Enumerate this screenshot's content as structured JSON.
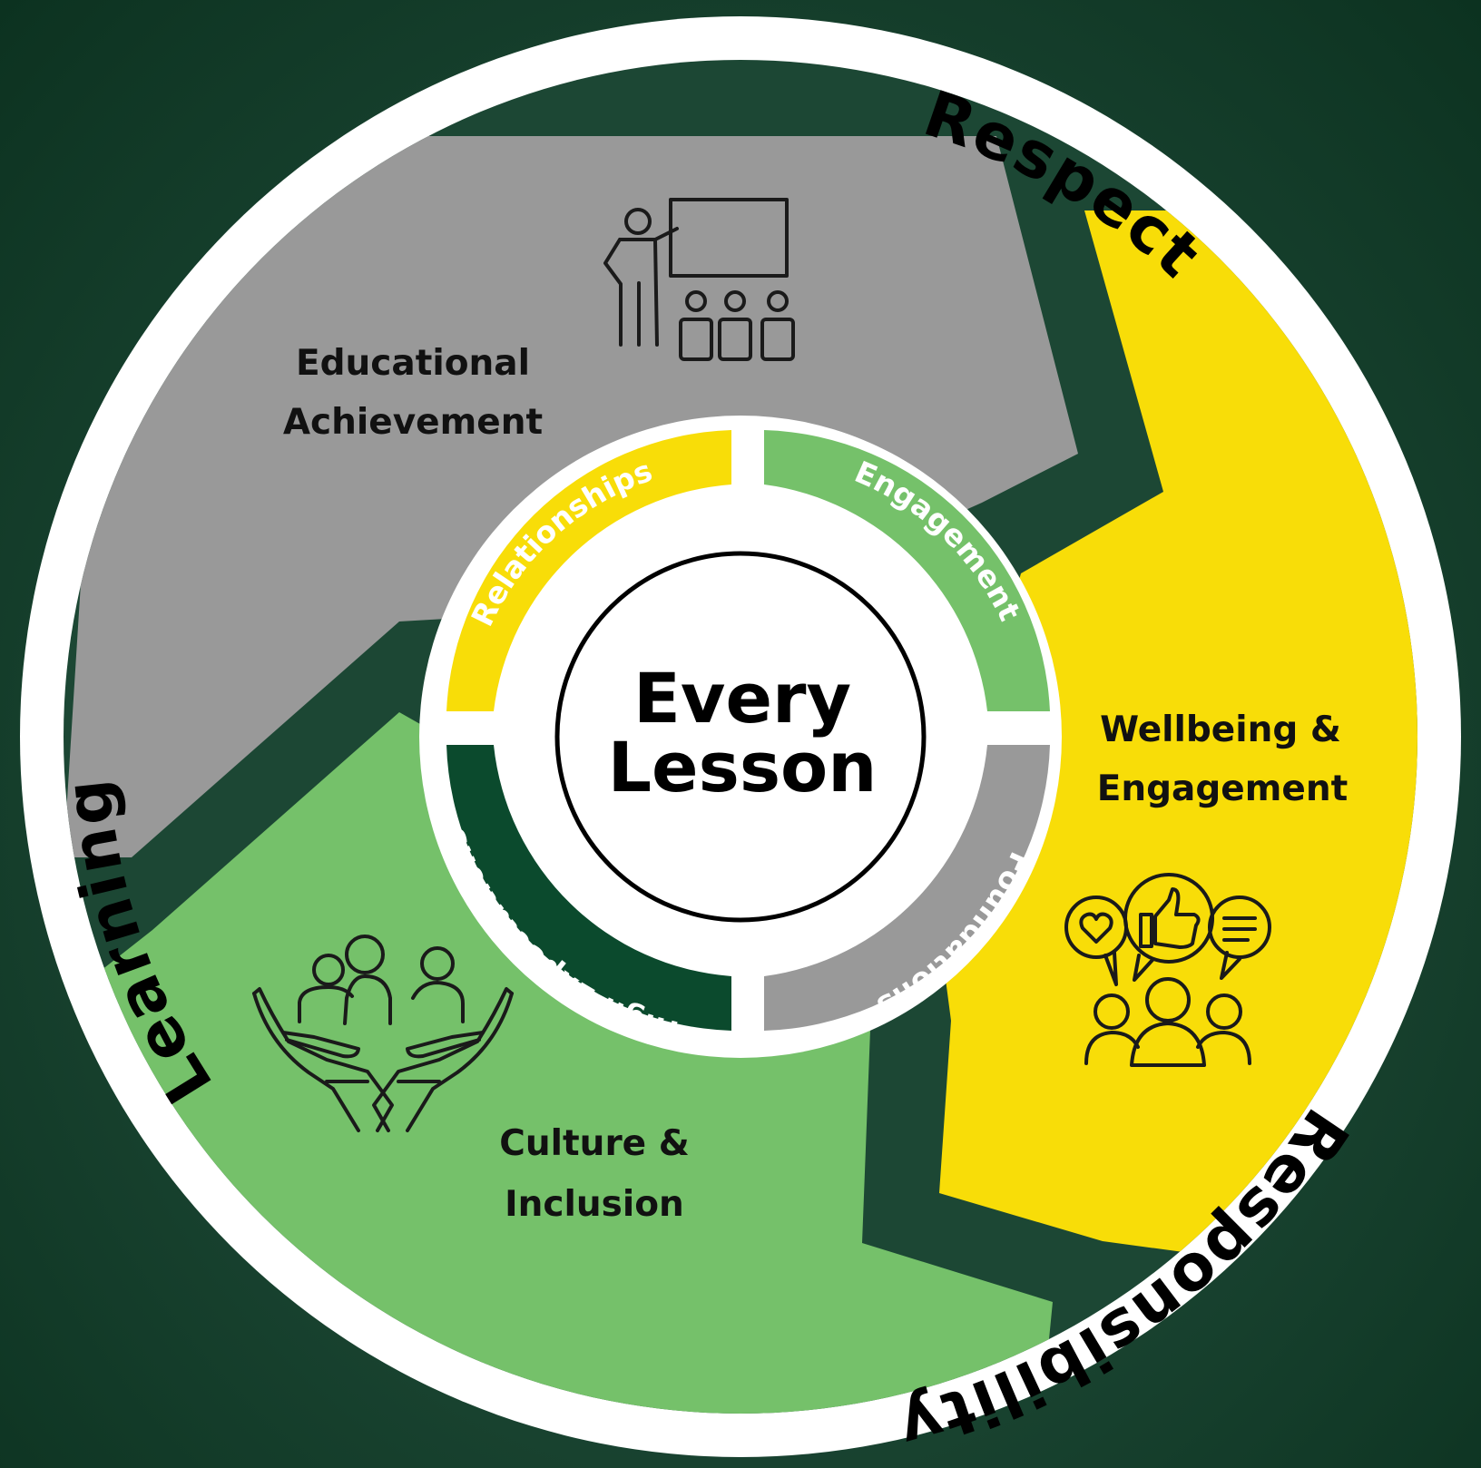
{
  "outer_ring": {
    "respect": "Respect",
    "responsibility": "Responsibility",
    "learning": "Learning"
  },
  "sectors": {
    "educational_achievement": {
      "line1": "Educational",
      "line2": "Achievement",
      "color": "#999999",
      "icon": "teacher-presenting-icon"
    },
    "wellbeing_engagement": {
      "line1": "Wellbeing &",
      "line2": "Engagement",
      "color": "#f8dd08",
      "icon": "community-feedback-icon"
    },
    "culture_inclusion": {
      "line1": "Culture &",
      "line2": "Inclusion",
      "color": "#75c16a",
      "icon": "caring-hands-group-icon"
    }
  },
  "inner_ring": {
    "relationships": {
      "label": "Relationships",
      "color": "#f8dd08"
    },
    "engagement": {
      "label": "Engagement",
      "color": "#75c16a"
    },
    "foundations": {
      "label": "Foundations",
      "color": "#999999"
    },
    "high_expectations": {
      "label": "High Expectations",
      "color": "#0b4a2d"
    }
  },
  "center": {
    "line1": "Every",
    "line2": "Lesson"
  }
}
